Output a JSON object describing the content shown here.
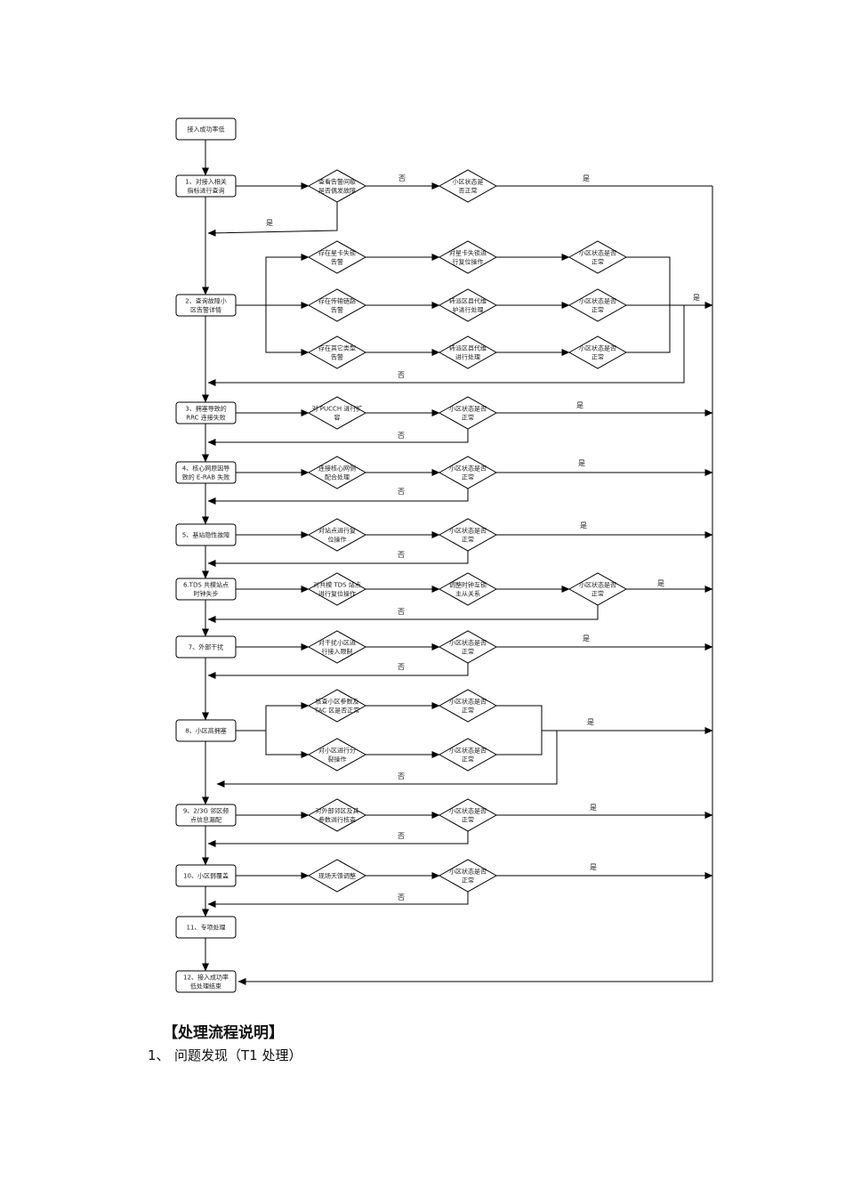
{
  "boxes": [
    {
      "id": "start",
      "lines": [
        "接入成功率低"
      ]
    },
    {
      "id": "s1",
      "lines": [
        "1、对接入相关",
        "指标进行查询"
      ]
    },
    {
      "id": "s2",
      "lines": [
        "2、查询故障小",
        "区告警详情"
      ]
    },
    {
      "id": "s3",
      "lines": [
        "3、拥塞导致的",
        "RRC 连接失败"
      ]
    },
    {
      "id": "s4",
      "lines": [
        "4、核心网原因导",
        "致的 E-RAB 失败"
      ]
    },
    {
      "id": "s5",
      "lines": [
        "5、基站隐性故障"
      ]
    },
    {
      "id": "s6",
      "lines": [
        "6.TDS 共模站点",
        "时钟失步"
      ]
    },
    {
      "id": "s7",
      "lines": [
        "7、外部干扰"
      ]
    },
    {
      "id": "s8",
      "lines": [
        "8、小区高拥塞"
      ]
    },
    {
      "id": "s9",
      "lines": [
        "9、2/3G 邻区频",
        "点信息漏配"
      ]
    },
    {
      "id": "s10",
      "lines": [
        "10、小区弱覆盖"
      ]
    },
    {
      "id": "s11",
      "lines": [
        "11、专项处理"
      ]
    },
    {
      "id": "s12",
      "lines": [
        "12、接入成功率",
        "低处理结束"
      ]
    }
  ],
  "diamonds": [
    {
      "id": "d1a",
      "lines": [
        "查看告警间歇",
        "是否偶发故障"
      ]
    },
    {
      "id": "d1b",
      "lines": [
        "小区状态是",
        "否正常"
      ]
    },
    {
      "id": "d2a1",
      "lines": [
        "存在星卡失锁",
        "告警"
      ]
    },
    {
      "id": "d2b1",
      "lines": [
        "对星卡失锁进",
        "行复位操作"
      ]
    },
    {
      "id": "d2c1",
      "lines": [
        "小区状态是否",
        "正常"
      ]
    },
    {
      "id": "d2a2",
      "lines": [
        "存在传输链路",
        "告警"
      ]
    },
    {
      "id": "d2b2",
      "lines": [
        "转派区县代维",
        "护进行处理"
      ]
    },
    {
      "id": "d2c2",
      "lines": [
        "小区状态是否",
        "正常"
      ]
    },
    {
      "id": "d2a3",
      "lines": [
        "存在其它类型",
        "告警"
      ]
    },
    {
      "id": "d2b3",
      "lines": [
        "转派区县代维",
        "进行处理"
      ]
    },
    {
      "id": "d2c3",
      "lines": [
        "小区状态是否",
        "正常"
      ]
    },
    {
      "id": "d3a",
      "lines": [
        "对 PUCCH 进行扩",
        "容"
      ]
    },
    {
      "id": "d3b",
      "lines": [
        "小区状态是否",
        "正常"
      ]
    },
    {
      "id": "d4a",
      "lines": [
        "连接核心网侧",
        "配合处理"
      ]
    },
    {
      "id": "d4b",
      "lines": [
        "小区状态是否",
        "正常"
      ]
    },
    {
      "id": "d5a",
      "lines": [
        "对站点进行复",
        "位操作"
      ]
    },
    {
      "id": "d5b",
      "lines": [
        "小区状态是否",
        "正常"
      ]
    },
    {
      "id": "d6a",
      "lines": [
        "对共模 TDS 站点",
        "进行复位操作"
      ]
    },
    {
      "id": "d6b",
      "lines": [
        "调整时钟互锁",
        "主从关系"
      ]
    },
    {
      "id": "d6c",
      "lines": [
        "小区状态是否",
        "正常"
      ]
    },
    {
      "id": "d7a",
      "lines": [
        "对干扰小区进",
        "行接入限制"
      ]
    },
    {
      "id": "d7b",
      "lines": [
        "小区状态是否",
        "正常"
      ]
    },
    {
      "id": "d8a1",
      "lines": [
        "核查小区参数及",
        "TAC 区是否正常"
      ]
    },
    {
      "id": "d8b1",
      "lines": [
        "小区状态是否",
        "正常"
      ]
    },
    {
      "id": "d8a2",
      "lines": [
        "对小区进行分",
        "裂操作"
      ]
    },
    {
      "id": "d8b2",
      "lines": [
        "小区状态是否",
        "正常"
      ]
    },
    {
      "id": "d9a",
      "lines": [
        "对外部邻区及其",
        "参数进行核查"
      ]
    },
    {
      "id": "d9b",
      "lines": [
        "小区状态是否",
        "正常"
      ]
    },
    {
      "id": "d10a",
      "lines": [
        "现场天馈调整"
      ]
    },
    {
      "id": "d10b",
      "lines": [
        "小区状态是否",
        "正常"
      ]
    }
  ],
  "labels": {
    "yes": "是",
    "no": "否"
  },
  "section_heading": "【处理流程说明】",
  "list_item": {
    "number": "1、",
    "text": "问题发现（T1 处理）"
  }
}
